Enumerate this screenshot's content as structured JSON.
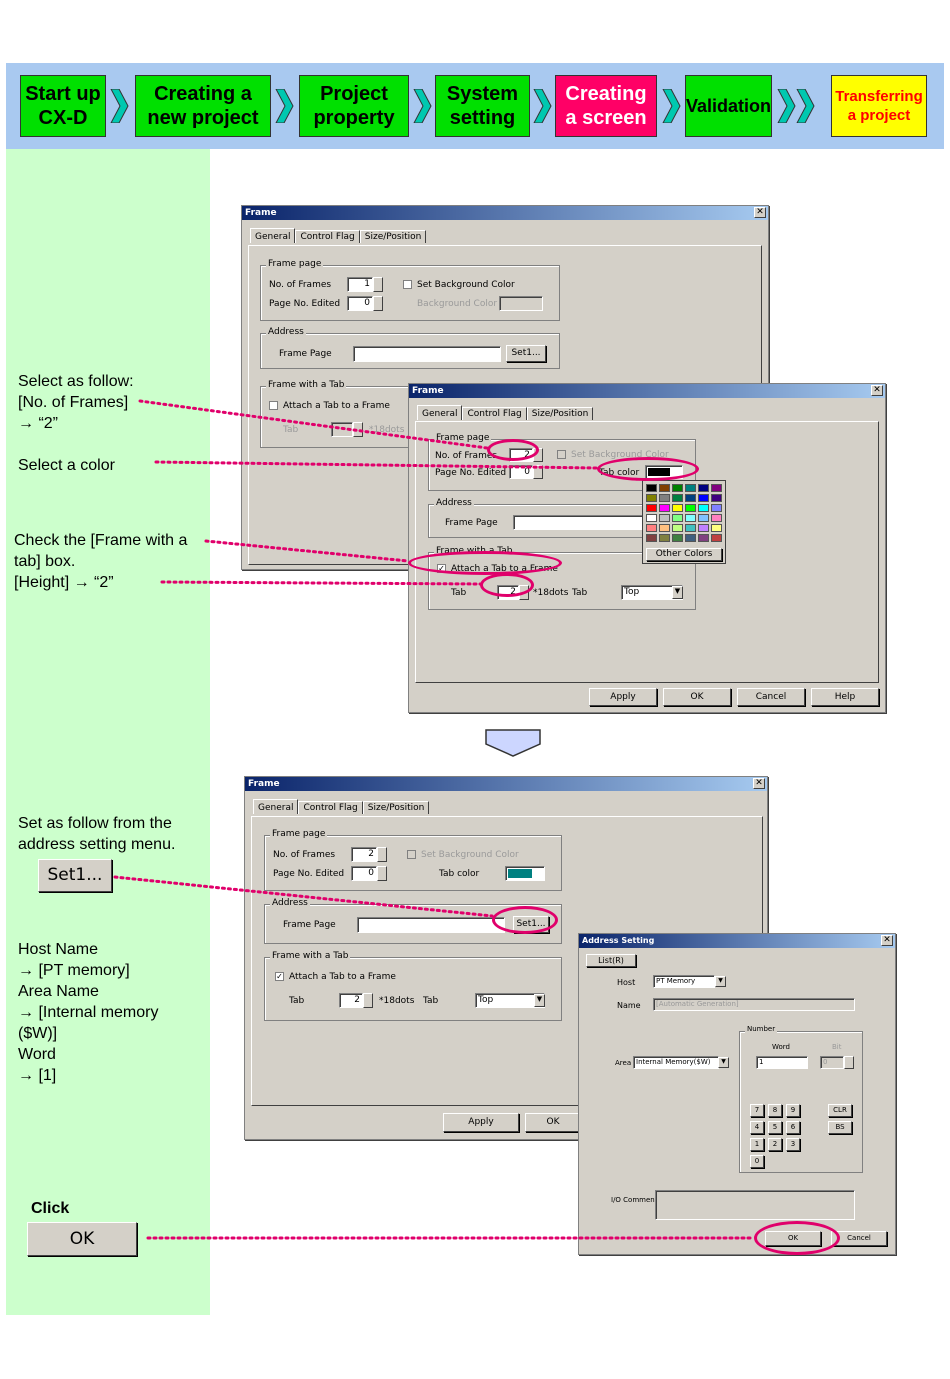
{
  "steps": [
    {
      "label": "Start up\nCX-D",
      "bg": "#00e000",
      "fg": "#000000"
    },
    {
      "label": "Creating a\nnew project",
      "bg": "#00e000",
      "fg": "#000000"
    },
    {
      "label": "Project\nproperty",
      "bg": "#00e000",
      "fg": "#000000"
    },
    {
      "label": "System\nsetting",
      "bg": "#00e000",
      "fg": "#000000"
    },
    {
      "label": "Creating\na screen",
      "bg": "#ff0066",
      "fg": "#ffffff"
    },
    {
      "label": "Validation",
      "bg": "#00e000",
      "fg": "#000000"
    },
    {
      "label": "Transferring\na project",
      "bg": "#ffff00",
      "fg": "#ff0000"
    }
  ],
  "notes": {
    "select_frames": "Select as follow:\n[No. of Frames]\n  → “2”",
    "select_color": "Select a color",
    "check_tab": "Check the [Frame with a\ntab] box.\n [Height]   → “2”",
    "set_address": "Set as follow from the\naddress setting menu.",
    "set_button": "Set1...",
    "host_area": "Host Name\n  → [PT memory]\nArea Name\n  → [Internal memory\n($W)]\nWord\n  → [1]",
    "click": "Click",
    "ok_button": "OK"
  },
  "frame_dialog": {
    "title": "Frame",
    "tabs": [
      "General",
      "Control Flag",
      "Size/Position"
    ],
    "frame_page_group": "Frame page",
    "no_frames_label": "No. of Frames",
    "no_frames_value_1": "1",
    "no_frames_value_2": "2",
    "page_no_label": "Page No. Edited",
    "page_no_value": "0",
    "set_bg_label": "Set Background Color",
    "bg_color_label": "Background Color",
    "tab_color_label": "Tab color",
    "address_group": "Address",
    "frame_page_label": "Frame Page",
    "set_button": "Set1...",
    "frame_tab_group": "Frame with a Tab",
    "attach_label": "Attach a Tab  to a Frame",
    "tab_label": "Tab",
    "tab_value": "2",
    "dots_label": "*18dots",
    "tab_label2": "Tab",
    "position_value": "Top",
    "other_colors": "Other Colors",
    "apply": "Apply",
    "ok": "OK",
    "cancel": "Cancel",
    "help": "Help"
  },
  "address_dialog": {
    "title": "Address Setting",
    "list_button": "List(R)",
    "host_label": "Host",
    "host_value": "PT Memory",
    "name_label": "Name",
    "name_value": "[Automatic Generation]",
    "number_group": "Number",
    "word_label": "Word",
    "bit_label": "Bit",
    "area_label": "Area",
    "area_value": "Internal Memory($W)",
    "word_value": "1",
    "bit_value": "0",
    "keys": [
      "7",
      "8",
      "9",
      "4",
      "5",
      "6",
      "1",
      "2",
      "3",
      "0"
    ],
    "clr": "CLR",
    "bs": "BS",
    "io_comment_label": "I/O Comment",
    "ok": "OK",
    "cancel": "Cancel"
  },
  "colors": {
    "highlight": "#e0006b",
    "panel_green": "#ccffcc",
    "stepbar_blue": "#a9c9f0",
    "tab_teal": "#008080"
  }
}
